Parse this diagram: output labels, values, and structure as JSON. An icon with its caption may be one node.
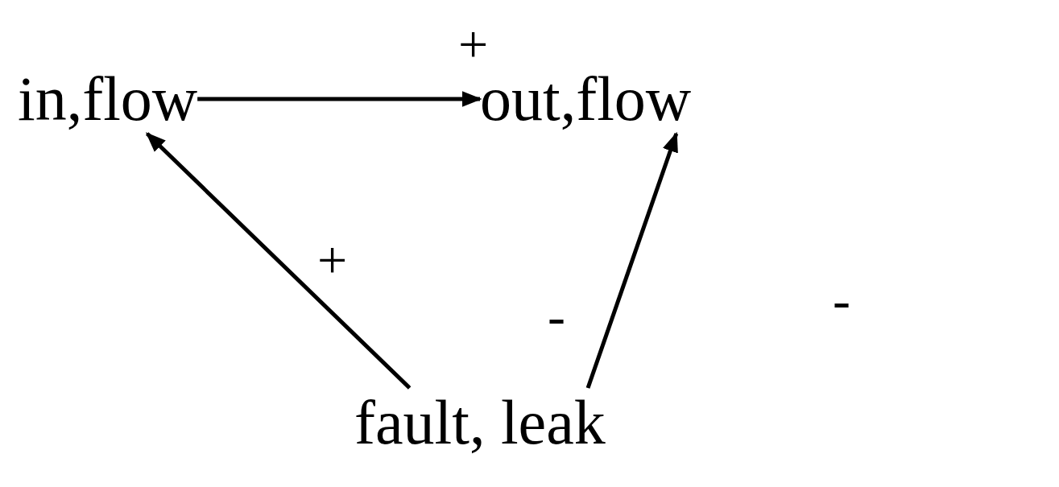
{
  "diagram": {
    "nodes": [
      {
        "text": [
          "in,flow"
        ]
      },
      {
        "text": [
          "out,flow"
        ]
      },
      {
        "text": [
          "fault, leak"
        ]
      }
    ],
    "edges": [
      {
        "from": 0,
        "to": 1,
        "arrow": "to",
        "label": "+"
      },
      {
        "from": 2,
        "to": 0,
        "arrow": "to",
        "label": "+"
      },
      {
        "from": 2,
        "to": 1,
        "arrow": "to",
        "label": "-"
      }
    ],
    "labels": [
      "-"
    ]
  }
}
